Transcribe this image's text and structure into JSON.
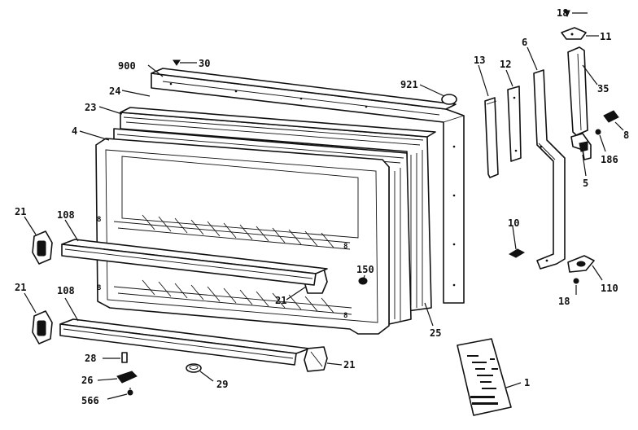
{
  "callouts": {
    "c900": "900",
    "c30": "30",
    "c24": "24",
    "c23": "23",
    "c4": "4",
    "c921": "921",
    "c13": "13",
    "c12": "12",
    "c6": "6",
    "c18a": "18",
    "c11": "11",
    "c35": "35",
    "c8": "8",
    "c186": "186",
    "c5": "5",
    "c10": "10",
    "c110": "110",
    "c18b": "18",
    "c21a": "21",
    "c21b": "21",
    "c21c": "21",
    "c21d": "21",
    "c108a": "108",
    "c108b": "108",
    "c150": "150",
    "c25": "25",
    "c28": "28",
    "c26": "26",
    "c566": "566",
    "c29": "29",
    "c1": "1"
  },
  "colors": {
    "ink": "#111111",
    "paper": "#ffffff"
  }
}
